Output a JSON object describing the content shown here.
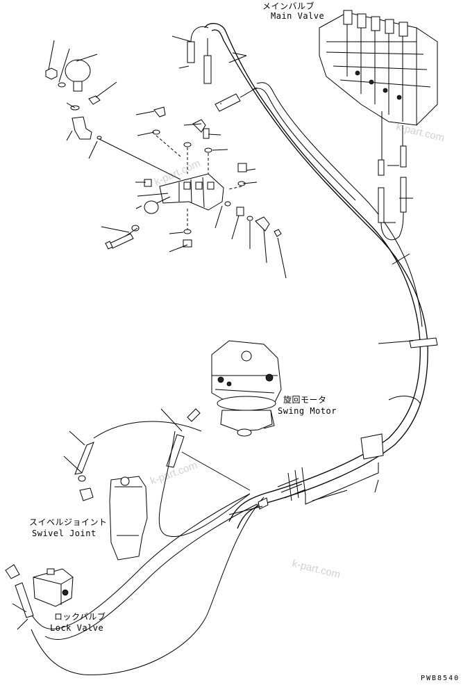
{
  "labels": {
    "main_valve_jp": "メインバルブ",
    "main_valve_en": "Main Valve",
    "swing_motor_jp": "旋回モータ",
    "swing_motor_en": "Swing Motor",
    "swivel_joint_jp": "スイベルジョイント",
    "swivel_joint_en": "Swivel Joint",
    "lock_valve_jp": "ロックバルブ",
    "lock_valve_en": "Lock Valve"
  },
  "watermarks": [
    "k-part.com",
    "k-part.com",
    "k-part.com",
    "k-part.com"
  ],
  "drawing_code": "PWB8540"
}
